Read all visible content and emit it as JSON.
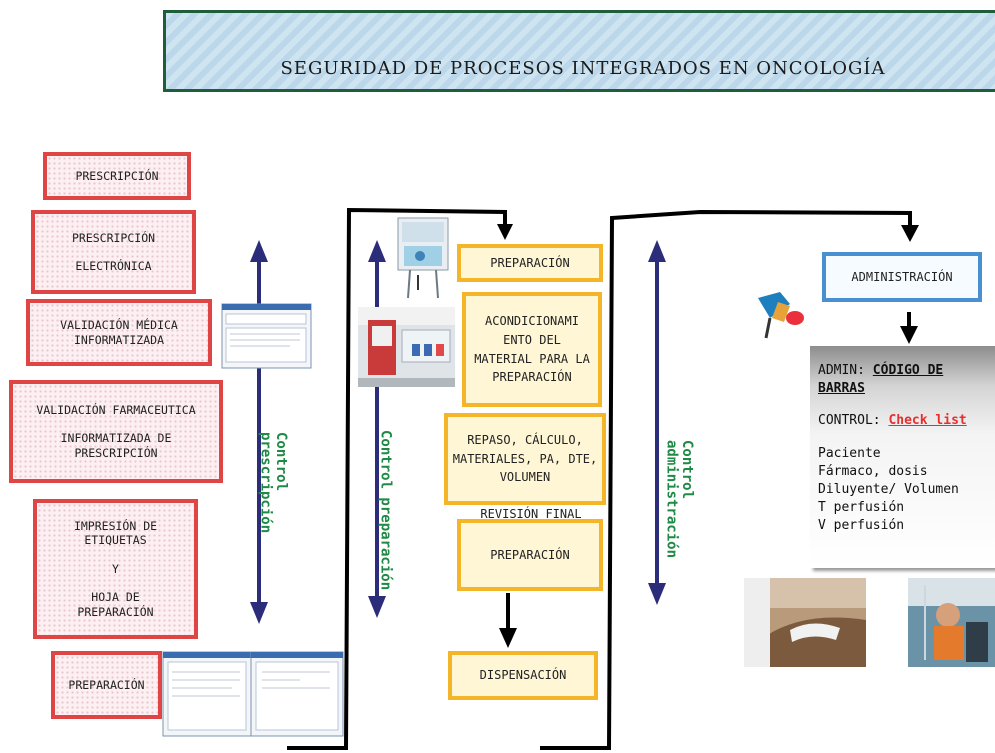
{
  "title": "SEGURIDAD DE PROCESOS INTEGRADOS EN ONCOLOGÍA",
  "prescription_column": {
    "boxes": [
      [
        "PRESCRIPCIÓN"
      ],
      [
        "PRESCRIPCIÓN",
        "ELECTRÓNICA"
      ],
      [
        "VALIDACIÓN MÉDICA",
        "INFORMATIZADA"
      ],
      [
        "VALIDACIÓN FARMACEUTICA",
        "INFORMATIZADA DE",
        "PRESCRIPCIÓN"
      ],
      [
        "IMPRESIÓN DE",
        "ETIQUETAS",
        "Y",
        "HOJA DE",
        "PREPARACIÓN"
      ],
      [
        "PREPARACIÓN"
      ]
    ],
    "control_label": [
      "Control",
      "prescripción"
    ]
  },
  "preparation_column": {
    "boxes": [
      "PREPARACIÓN",
      "ACONDICIONAMI ENTO DEL MATERIAL PARA LA PREPARACIÓN",
      "REPASO, CÁLCULO, MATERIALES, PA, DTE, VOLUMEN",
      "REVISIÓN FINAL",
      "PREPARACIÓN",
      "DISPENSACIÓN"
    ],
    "control_label": "Control preparación"
  },
  "administration_column": {
    "box": "ADMINISTRACIÓN",
    "control_label": [
      "Control",
      "administración"
    ],
    "panel": {
      "admin_prefix": "ADMIN: ",
      "admin_value": "CÓDIGO DE BARRAS",
      "control_prefix": "CONTROL: ",
      "control_value": "Check list",
      "items": [
        "Paciente",
        "Fármaco, dosis",
        "Diluyente/ Volumen",
        "T perfusión",
        "V perfusión"
      ]
    }
  },
  "colors": {
    "red_border": "#e04545",
    "orange_border": "#f4b529",
    "blue_border": "#4a8fd0",
    "arrow_navy": "#2b2d7a",
    "label_green": "#1e8a45"
  }
}
